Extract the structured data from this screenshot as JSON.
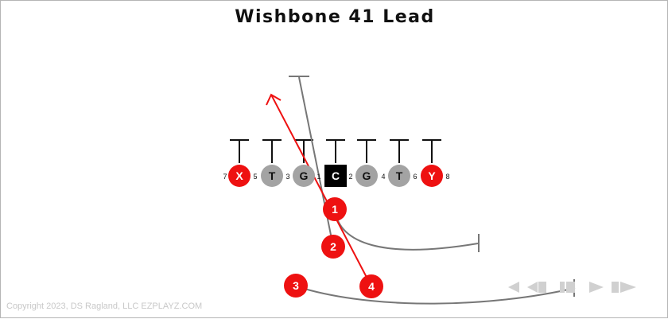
{
  "title": "Wishbone 41 Lead",
  "copyright": "Copyright 2023, DS Ragland, LLC EZPLAYZ.COM",
  "colors": {
    "red": "#ee1111",
    "gray": "#a3a3a3",
    "center": "#000000",
    "route_gray": "#777777",
    "route_red": "#ee1111",
    "controls": "#d0d0d0"
  },
  "linemen": [
    {
      "label": "X",
      "color": "red"
    },
    {
      "label": "T",
      "color": "gray"
    },
    {
      "label": "G",
      "color": "gray"
    },
    {
      "label": "C",
      "color": "center"
    },
    {
      "label": "G",
      "color": "gray"
    },
    {
      "label": "T",
      "color": "gray"
    },
    {
      "label": "Y",
      "color": "red"
    }
  ],
  "gap_numbers": [
    "7",
    "5",
    "3",
    "1",
    "2",
    "4",
    "6",
    "8"
  ],
  "backs": [
    "1",
    "2",
    "3",
    "4"
  ],
  "controls": [
    "rewind-icon",
    "step-back-icon",
    "pause-icon",
    "play-icon",
    "step-forward-icon"
  ]
}
